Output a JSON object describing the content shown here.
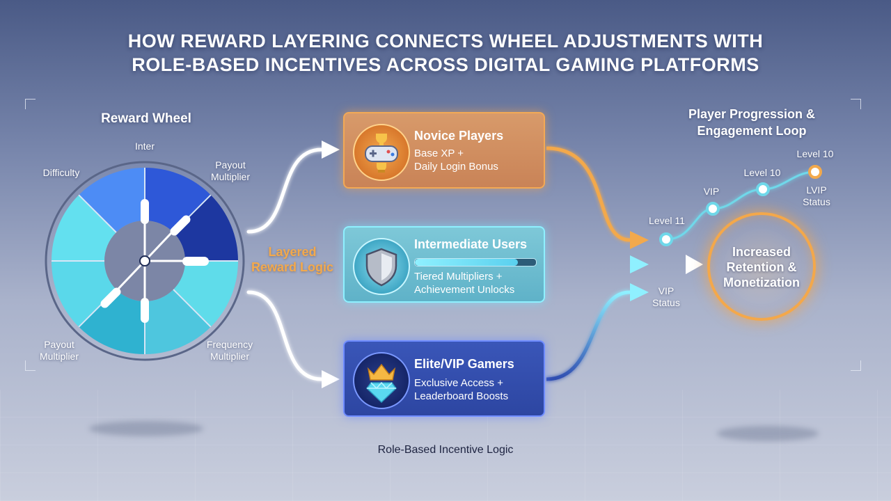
{
  "title": {
    "line1": "HOW REWARD LAYERING CONNECTS WHEEL ADJUSTMENTS WITH",
    "line2": "ROLE-BASED INCENTIVES ACROSS DIGITAL GAMING PLATFORMS"
  },
  "wheel": {
    "title": "Reward Wheel",
    "labels": {
      "top": "Inter",
      "top_left": "Difficulty",
      "top_right": "Payout\nMultiplier",
      "bottom_left": "Payout\nMultiplier",
      "bottom_right": "Frequency\nMultiplier"
    }
  },
  "layered_logic": "Layered\nReward Logic",
  "cards": {
    "novice": {
      "title": "Novice Players",
      "desc": "Base XP +\nDaily Login Bonus",
      "icon": "gamepad-trophy-icon"
    },
    "intermediate": {
      "title": "Intermediate Users",
      "desc": "Tiered Multipliers +\nAchievement Unlocks",
      "icon": "shield-icon",
      "progress": 0.85
    },
    "elite": {
      "title": "Elite/VIP Gamers",
      "desc": "Exclusive Access +\nLeaderboard Boosts",
      "icon": "crown-diamond-icon"
    }
  },
  "progression": {
    "title": "Player Progression &\nEngagement Loop",
    "nodes": {
      "n1": "Level 11",
      "n2": "VIP",
      "n3": "Level 10",
      "n4": "Level 10",
      "n4_sub": "LVIP\nStatus"
    },
    "vip_status": "VIP\nStatus",
    "outcome": "Increased\nRetention &\nMonetization"
  },
  "footer": "Role-Based Incentive Logic",
  "colors": {
    "orange": "#f3a94c",
    "cyan": "#8ff0ff",
    "blue": "#2f4db0"
  }
}
